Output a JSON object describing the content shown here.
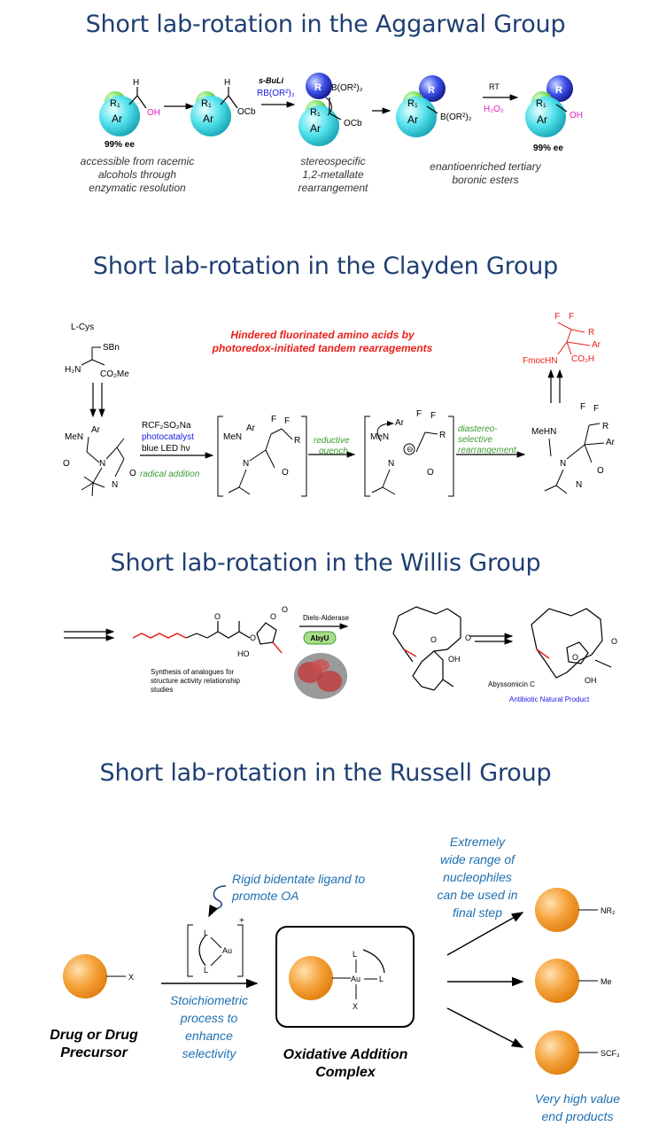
{
  "colors": {
    "title": "#1f3f73",
    "green": "#3c9a32",
    "blue": "#1a1ae0",
    "magenta": "#e020c0",
    "red": "#e8201a",
    "teal_text": "#1f6fb0",
    "orange": "#f39a1c"
  },
  "aggarwal": {
    "title": "Short lab-rotation in the Aggarwal Group",
    "H": "H",
    "OH": "OH",
    "R1": "R₁",
    "Ar": "Ar",
    "OCb": "OCb",
    "R": "R",
    "ee1": "99% ee",
    "ee2": "99% ee",
    "reagent_top": "s-BuLi",
    "reagent_bottom": "RB(OR²)₂",
    "boron": "B(OR²)₂",
    "rt": "RT",
    "h2o2": "H₂O₂",
    "cap1": [
      "accessible from racemic",
      "alcohols through",
      "enzymatic resolution"
    ],
    "cap2": [
      "stereospecific",
      "1,2-metallate",
      "rearrangement"
    ],
    "cap3": [
      "enantioenriched tertiary",
      "boronic esters"
    ]
  },
  "clayden": {
    "title": "Short lab-rotation in the Clayden Group",
    "lcys": "L-Cys",
    "sbn": "SBn",
    "h2n": "H₂N",
    "co2me": "CO₂Me",
    "headline": [
      "Hindered fluorinated amino acids by",
      "photoredox-initiated tandem rearragements"
    ],
    "reagent1": "RCF₂SO₂Na",
    "reagent2": "photocatalyst",
    "reagent3": "blue LED hν",
    "step1": "radical addition",
    "step2": [
      "reductive",
      "quench"
    ],
    "step3": [
      "diastereo-",
      "selective",
      "rearrangement"
    ],
    "men": "MeN",
    "ar": "Ar",
    "meHN": "MeHN",
    "F": "F",
    "R": "R",
    "N": "N",
    "O": "O",
    "fmoc": "FmocHN",
    "co2h": "CO₂H"
  },
  "willis": {
    "title": "Short lab-rotation in the Willis Group",
    "ho": "HO",
    "oh": "OH",
    "O": "O",
    "enzyme_label": "Diels-Alderase",
    "enzyme_name": "AbyU",
    "caption": [
      "Synthesis of analogues for",
      "structure activity relationship",
      "studies"
    ],
    "product_name": "Abyssomicin C",
    "product_type": "Antibiotic Natural Product"
  },
  "russell": {
    "title": "Short lab-rotation in the Russell Group",
    "ligand_note": [
      "Rigid bidentate ligand to",
      "promote OA"
    ],
    "nuc_note": [
      "Extremely",
      "wide range of",
      "nucleophiles",
      "can be used in",
      "final step"
    ],
    "process_note": [
      "Stoichiometric",
      "process to",
      "enhance",
      "selectivity"
    ],
    "drug": [
      "Drug or Drug",
      "Precursor"
    ],
    "complex": [
      "Oxidative Addition",
      "Complex"
    ],
    "end": [
      "Very high value",
      "end products"
    ],
    "X": "X",
    "L": "L",
    "Au": "Au",
    "plus": "+",
    "nr2": "NR₂",
    "me": "Me",
    "scf3": "SCF₃"
  }
}
